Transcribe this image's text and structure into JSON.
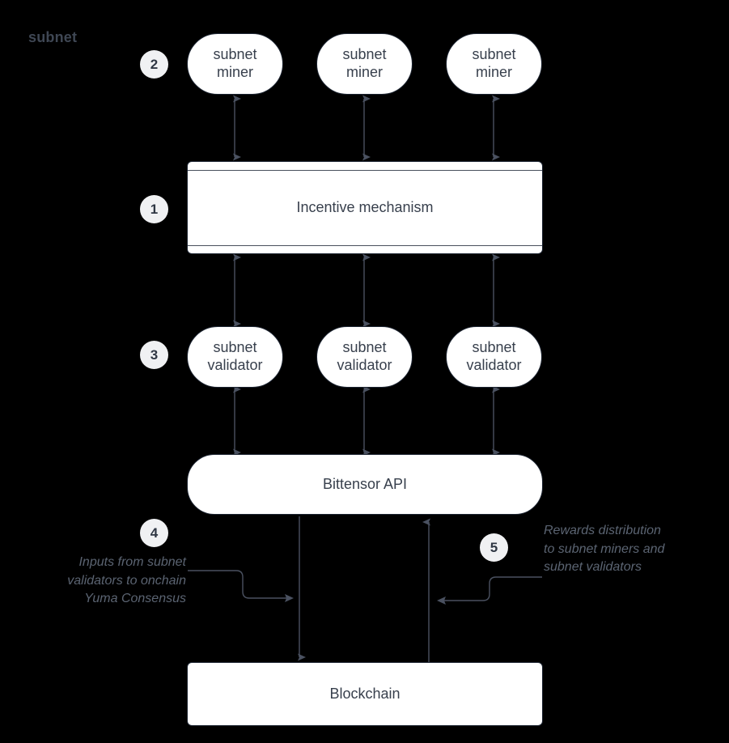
{
  "title": "subnet",
  "colors": {
    "background": "#000000",
    "node_fill": "#ffffff",
    "node_stroke": "#1b2330",
    "node_text": "#38404d",
    "badge_fill": "#f0f1f3",
    "badge_text": "#2f3744",
    "annotation_text": "#5b6472",
    "wire": "#4a5160",
    "title_text": "#3f4754"
  },
  "nodes": {
    "miners": [
      {
        "label": "subnet\nminer"
      },
      {
        "label": "subnet\nminer"
      },
      {
        "label": "subnet\nminer"
      }
    ],
    "incentive_mechanism": {
      "label": "Incentive mechanism"
    },
    "validators": [
      {
        "label": "subnet\nvalidator"
      },
      {
        "label": "subnet\nvalidator"
      },
      {
        "label": "subnet\nvalidator"
      }
    ],
    "bittensor_api": {
      "label": "Bittensor API"
    },
    "blockchain": {
      "label": "Blockchain"
    }
  },
  "badges": {
    "incentive_mechanism": "1",
    "miners": "2",
    "validators": "3",
    "inputs_flow": "4",
    "rewards_flow": "5"
  },
  "annotations": {
    "inputs": "Inputs from subnet\nvalidators to onchain\nYuma Consensus",
    "rewards": "Rewards distribution\nto subnet miners and\nsubnet validators"
  }
}
